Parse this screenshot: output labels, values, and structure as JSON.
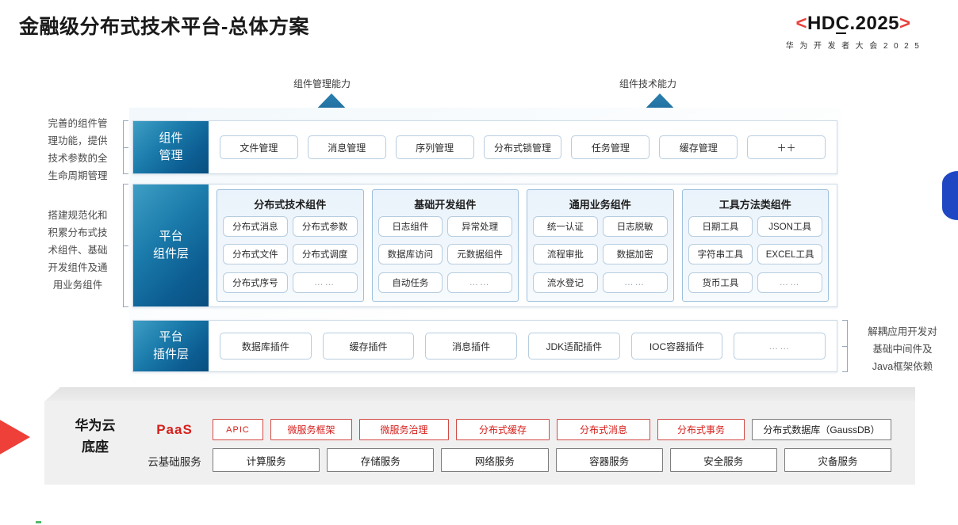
{
  "header": {
    "title": "金融级分布式技术平台-总体方案",
    "logo_main_left_bracket": "<",
    "logo_main_text": "HDC.2025",
    "logo_main_right_bracket": ">",
    "logo_sub": "华 为 开 发 者 大 会 2 0 2 5"
  },
  "arrows": [
    {
      "label": "组件管理能力"
    },
    {
      "label": "组件技术能力"
    }
  ],
  "left_notes": [
    "完善的组件管\n理功能，提供\n技术参数的全\n生命周期管理",
    "搭建规范化和\n积累分布式技\n术组件、基础\n开发组件及通\n用业务组件"
  ],
  "right_notes": [
    "解耦应用开发对\n基础中间件及\nJava框架依赖"
  ],
  "rows": {
    "management": {
      "label_line1": "组件",
      "label_line2": "管理",
      "items": [
        "文件管理",
        "消息管理",
        "序列管理",
        "分布式锁管理",
        "任务管理",
        "缓存管理",
        "＋＋"
      ]
    },
    "component_layer": {
      "label_line1": "平台",
      "label_line2": "组件层",
      "groups": [
        {
          "title": "分布式技术组件",
          "items": [
            "分布式消息",
            "分布式参数",
            "分布式文件",
            "分布式调度",
            "分布式序号",
            "……"
          ]
        },
        {
          "title": "基础开发组件",
          "items": [
            "日志组件",
            "异常处理",
            "数据库访问",
            "元数据组件",
            "自动任务",
            "……"
          ]
        },
        {
          "title": "通用业务组件",
          "items": [
            "统一认证",
            "日志脱敏",
            "流程审批",
            "数据加密",
            "流水登记",
            "……"
          ]
        },
        {
          "title": "工具方法类组件",
          "items": [
            "日期工具",
            "JSON工具",
            "字符串工具",
            "EXCEL工具",
            "货币工具",
            "……"
          ]
        }
      ]
    },
    "plugin_layer": {
      "label_line1": "平台",
      "label_line2": "插件层",
      "items": [
        "数据库插件",
        "缓存插件",
        "消息插件",
        "JDK适配插件",
        "IOC容器插件",
        "……"
      ]
    }
  },
  "base": {
    "name_line1": "华为云",
    "name_line2": "底座",
    "paas_label": "PaaS",
    "cloud_label": "云基础服务",
    "paas_items": [
      {
        "text": "APIC",
        "style": "red"
      },
      {
        "text": "微服务框架",
        "style": "red"
      },
      {
        "text": "微服务治理",
        "style": "red"
      },
      {
        "text": "分布式缓存",
        "style": "red"
      },
      {
        "text": "分布式消息",
        "style": "red"
      },
      {
        "text": "分布式事务",
        "style": "red"
      },
      {
        "text": "分布式数据库（GaussDB）",
        "style": "neutral"
      }
    ],
    "cloud_items": [
      "计算服务",
      "存储服务",
      "网络服务",
      "容器服务",
      "安全服务",
      "灾备服务"
    ]
  },
  "colors": {
    "accent_red": "#d6201c",
    "logo_bracket_red": "#e8413c",
    "layer_blue_dark": "#0a4f80",
    "layer_blue_light": "#3f9ec4",
    "arrow_blue": "#1f6e9e",
    "decoration_blue": "#1f47c4",
    "decoration_red": "#ee4039",
    "base_gray": "#f0f0f0"
  }
}
